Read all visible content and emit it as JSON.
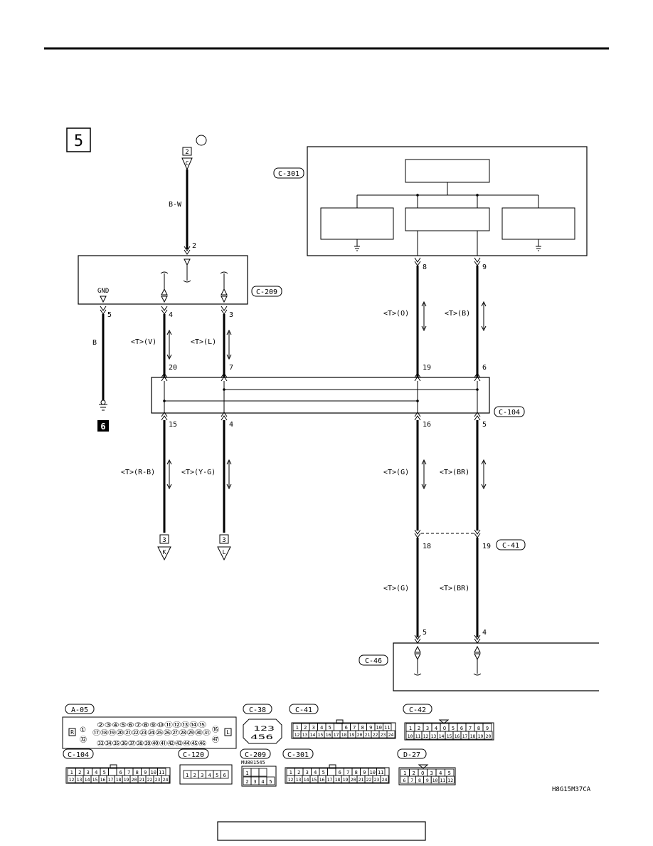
{
  "header": {
    "rule_color": "#000000"
  },
  "step": {
    "number": "5",
    "sheet6": "6"
  },
  "c209": {
    "conn": "C-209",
    "gnd": "GND",
    "pins": {
      "p2": "2",
      "p5": "5",
      "p4": "4",
      "p3": "3"
    }
  },
  "top_tag": {
    "num": "2",
    "letter": "C"
  },
  "wires": {
    "bw": "B-W",
    "b": "B",
    "v": "<T>(V)",
    "l": "<T>(L)",
    "o": "<T>(O)",
    "bl": "<T>(B)",
    "rb": "<T>(R-B)",
    "yg": "<T>(Y-G)",
    "g1": "<T>(G)",
    "br1": "<T>(BR)",
    "g2": "<T>(G)",
    "br2": "<T>(BR)"
  },
  "c301": {
    "conn": "C-301",
    "pin8": "8",
    "pin9": "9"
  },
  "c104": {
    "conn": "C-104",
    "top_pins": [
      "20",
      "7",
      "19",
      "6"
    ],
    "bot_pins": [
      "15",
      "4",
      "16",
      "5"
    ]
  },
  "c41": {
    "conn": "C-41",
    "pin18": "18",
    "pin19": "19"
  },
  "c46": {
    "conn": "C-46",
    "pin5": "5",
    "pin4": "4"
  },
  "bottom_tags": [
    {
      "num": "3",
      "letter": "K"
    },
    {
      "num": "3",
      "letter": "L"
    }
  ],
  "connectors": {
    "a05": {
      "label": "A-05",
      "r": "R",
      "l": "L",
      "row1": "②③④⑤⑥⑦⑧⑨⑩⑪⑫⑬⑭⑮",
      "row2": "⑰⑱⑲⑳㉑㉒㉓㉔㉕㉖㉗㉘㉙㉚㉛",
      "row3": "㉝㉞㉟㊱㊲㊳㊴㊵㊶㊷㊸㊹㊺㊻",
      "left1": "①",
      "left2": "㉜",
      "right1": "⑯",
      "right2": "㊼"
    },
    "c38": {
      "label": "C-38",
      "top": "123",
      "bot": "456"
    },
    "c41": {
      "label": "C-41",
      "row1": [
        "1",
        "2",
        "3",
        "4",
        "5",
        "",
        "6",
        "7",
        "8",
        "9",
        "10",
        "11"
      ],
      "row2": [
        "12",
        "13",
        "14",
        "15",
        "16",
        "17",
        "18",
        "19",
        "20",
        "21",
        "22",
        "23",
        "24"
      ]
    },
    "c42": {
      "label": "C-42",
      "row1": [
        "1",
        "2",
        "3",
        "4",
        "O",
        "5",
        "6",
        "7",
        "8",
        "9"
      ],
      "row2": [
        "10",
        "11",
        "12",
        "13",
        "14",
        "15",
        "16",
        "17",
        "18",
        "19",
        "20"
      ]
    },
    "c104": {
      "label": "C-104",
      "row1": [
        "1",
        "2",
        "3",
        "4",
        "5",
        "",
        "6",
        "7",
        "8",
        "9",
        "10",
        "11"
      ],
      "row2": [
        "12",
        "13",
        "14",
        "15",
        "16",
        "17",
        "18",
        "19",
        "20",
        "21",
        "22",
        "23",
        "24"
      ]
    },
    "c120": {
      "label": "C-120",
      "row": [
        "1",
        "2",
        "3",
        "4",
        "5",
        "6"
      ]
    },
    "c209": {
      "label": "C-209",
      "partno": "MU801545",
      "row1": [
        "1",
        "",
        ""
      ],
      "row2": [
        "2",
        "3",
        "4",
        "5"
      ]
    },
    "c301": {
      "label": "C-301",
      "row1": [
        "1",
        "2",
        "3",
        "4",
        "5",
        "",
        "6",
        "7",
        "8",
        "9",
        "10",
        "11"
      ],
      "row2": [
        "12",
        "13",
        "14",
        "15",
        "16",
        "17",
        "18",
        "19",
        "20",
        "21",
        "22",
        "23",
        "24"
      ]
    },
    "d27": {
      "label": "D-27",
      "row1": [
        "1",
        "2",
        "O",
        "3",
        "4",
        "5"
      ],
      "row2": [
        "6",
        "7",
        "8",
        "9",
        "10",
        "11",
        "12"
      ]
    }
  },
  "figure_code": "H8G15M37CA"
}
